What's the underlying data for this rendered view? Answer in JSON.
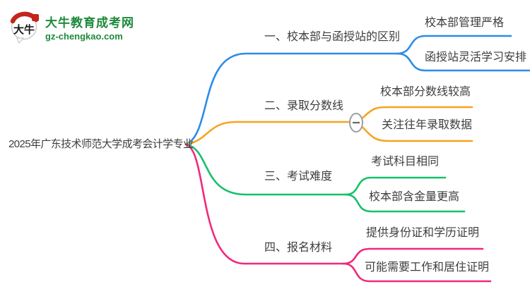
{
  "logo": {
    "icon_text": "大牛",
    "title": "大牛教育成考网",
    "subtitle": "gz-chengkao.com",
    "colors": {
      "green": "#1E8A3C",
      "red": "#C3251B"
    }
  },
  "mindmap": {
    "text_color": "#3E3E3E",
    "root": {
      "label": "2025年广东技术师范大学成考会计学专业"
    },
    "branches": [
      {
        "label": "一、校本部与函授站的区别",
        "color": "#2B8CE9",
        "children": [
          {
            "label": "校本部管理严格"
          },
          {
            "label": "函授站灵活学习安排"
          }
        ]
      },
      {
        "label": "二、录取分数线",
        "color": "#F6A41F",
        "collapse_icon": "minus",
        "children": [
          {
            "label": "校本部分数线较高"
          },
          {
            "label": "关注往年录取数据"
          }
        ]
      },
      {
        "label": "三、考试难度",
        "color": "#16C169",
        "children": [
          {
            "label": "考试科目相同"
          },
          {
            "label": "校本部含金量更高"
          }
        ]
      },
      {
        "label": "四、报名材料",
        "color": "#F1297B",
        "children": [
          {
            "label": "提供身份证和学历证明"
          },
          {
            "label": "可能需要工作和居住证明"
          }
        ]
      }
    ]
  }
}
